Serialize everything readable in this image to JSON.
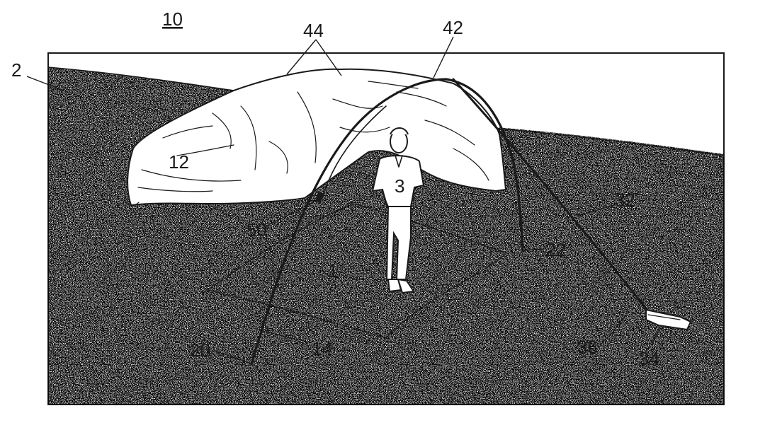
{
  "figure": {
    "number_label": "10",
    "reference_labels": {
      "ground": "2",
      "blanket": "1",
      "person": "3",
      "canopy": "12",
      "pole_front": "14",
      "pole_end_front": "20",
      "pole_end_back": "22",
      "tether": "32",
      "anchor": "34",
      "anchor_tip": "36",
      "apex": "42",
      "canopy_edges": "44",
      "clip": "50"
    }
  }
}
